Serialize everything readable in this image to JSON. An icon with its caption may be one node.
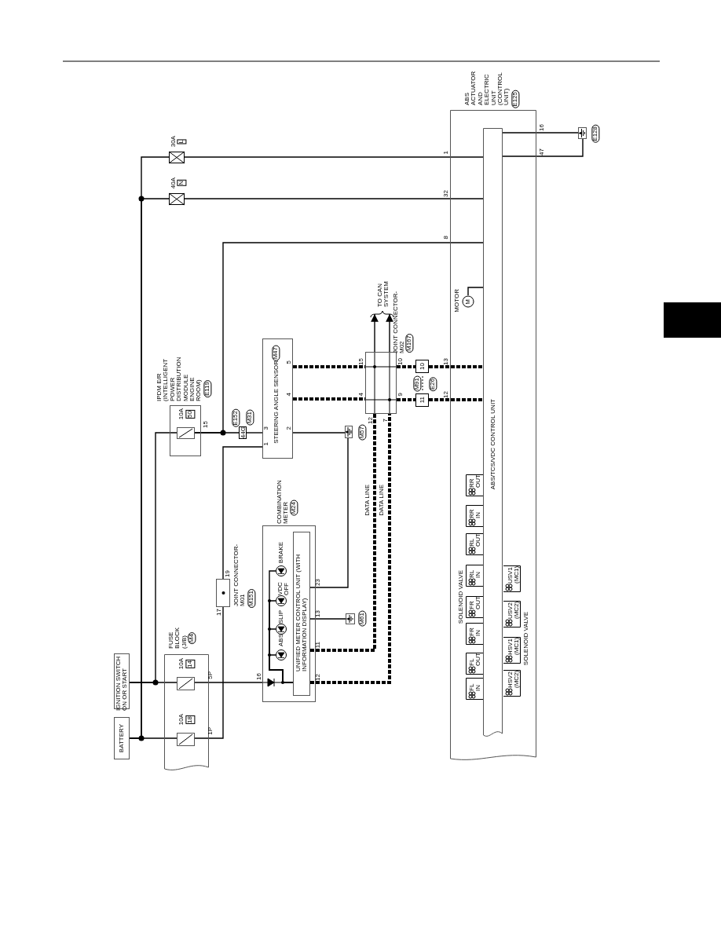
{
  "diagram": {
    "nodes": [
      {
        "text": [
          "BATTERY"
        ]
      },
      {
        "text": [
          "IGNITION SWITCH ON OR START"
        ]
      },
      {
        "text": [
          "FUSE BLOCK (J/B)",
          "M4"
        ]
      },
      {
        "text": [
          "10A",
          "18"
        ],
        "in": 2
      },
      {
        "text": [
          "10A",
          "14"
        ],
        "in": 2
      },
      {
        "text": [
          "IPDM E/R (INTELLIGENT POWER DISTRIBUTION MODULE ENGINE ROOM)",
          "E119"
        ]
      },
      {
        "text": [
          "10A",
          "50"
        ],
        "in": 5
      },
      {
        "text": [
          "30A",
          "L"
        ]
      },
      {
        "text": [
          "40A",
          "N"
        ]
      },
      {
        "text": [
          "JOINT CONNECTOR-M01",
          "M151"
        ]
      },
      {
        "text": [
          "44G",
          "E152",
          "M31"
        ]
      },
      {
        "text": [
          "STEERING ANGLE SENSOR",
          "M47"
        ]
      },
      {
        "text": [
          "COMBINATION METER",
          "M24"
        ]
      },
      {
        "text": [
          "UNIFIED METER CONTROL UNIT (WITH INFORMATION DISPLAY)"
        ],
        "in": 12
      },
      {
        "text": [
          "ABS"
        ],
        "in": 12
      },
      {
        "text": [
          "SLIP"
        ],
        "in": 12
      },
      {
        "text": [
          "VDC OFF"
        ],
        "in": 12
      },
      {
        "text": [
          "BRAKE"
        ],
        "in": 12
      },
      {
        "text": [
          "M57"
        ]
      },
      {
        "text": [
          "M61"
        ]
      },
      {
        "text": [
          "JOINT CONNECTOR-M02",
          "M167"
        ]
      },
      {
        "text": [
          "10"
        ]
      },
      {
        "text": [
          "11"
        ]
      },
      {
        "text": [
          "TO CAN SYSTEM"
        ]
      },
      {
        "text": [
          "ABS ACTUATOR AND ELECTRIC UNIT (CONTROL UNIT)",
          "E125"
        ]
      },
      {
        "text": [
          "ABS/TCS/VDC CONTROL UNIT"
        ],
        "in": 24
      },
      {
        "text": [
          "MOTOR",
          "M"
        ],
        "in": 24
      },
      {
        "text": [
          "E128"
        ]
      },
      {
        "text": [
          "FL IN"
        ],
        "in": 24
      },
      {
        "text": [
          "FL OUT"
        ],
        "in": 24
      },
      {
        "text": [
          "FR IN"
        ],
        "in": 24
      },
      {
        "text": [
          "FR OUT"
        ],
        "in": 24
      },
      {
        "text": [
          "RL IN"
        ],
        "in": 24
      },
      {
        "text": [
          "RL OUT"
        ],
        "in": 24
      },
      {
        "text": [
          "RR IN"
        ],
        "in": 24
      },
      {
        "text": [
          "RR OUT"
        ],
        "in": 24
      },
      {
        "text": [
          "HSV2 (MC2)"
        ],
        "in": 24
      },
      {
        "text": [
          "HSV1 (MC1)"
        ],
        "in": 24
      },
      {
        "text": [
          "USV2 (MC2)"
        ],
        "in": 24
      },
      {
        "text": [
          "USV1 (MC1)"
        ],
        "in": 24
      },
      {
        "text": [],
        "shape": "box"
      }
    ],
    "edges": [
      {
        "from": 0,
        "to": 3,
        "arrow": "none"
      },
      {
        "from": 0,
        "to": 7,
        "arrow": "none"
      },
      {
        "from": 0,
        "to": 8,
        "arrow": "none"
      },
      {
        "from": 1,
        "to": 4,
        "arrow": "none"
      },
      {
        "from": 1,
        "to": 6,
        "arrow": "none"
      },
      {
        "from": 3,
        "to": 9,
        "arrow": "none"
      },
      {
        "from": 9,
        "to": 11,
        "arrow": "none"
      },
      {
        "from": 4,
        "to": 12,
        "arrow": "none"
      },
      {
        "from": 6,
        "to": 10,
        "arrow": "none"
      },
      {
        "from": 10,
        "to": 11,
        "arrow": "none"
      },
      {
        "from": 6,
        "to": 25,
        "arrow": "none"
      },
      {
        "from": 7,
        "to": 25,
        "arrow": "none"
      },
      {
        "from": 8,
        "to": 25,
        "arrow": "none"
      },
      {
        "from": 11,
        "to": 18,
        "arrow": "none"
      },
      {
        "from": 13,
        "to": 18,
        "arrow": "none"
      },
      {
        "from": 13,
        "to": 19,
        "arrow": "none"
      },
      {
        "from": 11,
        "to": 20,
        "arrow": "none",
        "style": "dashed"
      },
      {
        "from": 11,
        "to": 20,
        "arrow": "none",
        "style": "dashed"
      },
      {
        "from": 13,
        "to": 20,
        "arrow": "none",
        "style": "dashed",
        "label": "DATA LINE"
      },
      {
        "from": 13,
        "to": 20,
        "arrow": "none",
        "style": "dashed",
        "label": "DATA LINE"
      },
      {
        "from": 20,
        "to": 23,
        "arrow": "to"
      },
      {
        "from": 20,
        "to": 23,
        "arrow": "to"
      },
      {
        "from": 20,
        "to": 21,
        "arrow": "none",
        "style": "dashed"
      },
      {
        "from": 21,
        "to": 25,
        "arrow": "none",
        "style": "dashed"
      },
      {
        "from": 20,
        "to": 22,
        "arrow": "none",
        "style": "dashed"
      },
      {
        "from": 22,
        "to": 25,
        "arrow": "none",
        "style": "dashed"
      },
      {
        "from": 25,
        "to": 27,
        "arrow": "none"
      },
      {
        "from": 25,
        "to": 27,
        "arrow": "none"
      },
      {
        "from": 26,
        "to": 25,
        "arrow": "none"
      },
      {
        "from": 14,
        "to": 13,
        "arrow": "none"
      },
      {
        "from": 15,
        "to": 13,
        "arrow": "none"
      },
      {
        "from": 16,
        "to": 13,
        "arrow": "none"
      },
      {
        "from": 17,
        "to": 13,
        "arrow": "none"
      }
    ],
    "labels": [
      "1P",
      "5P",
      "15",
      "3",
      "1",
      "5",
      "4",
      "2",
      "19",
      "17",
      "16",
      "23",
      "13",
      "11",
      "12",
      "15",
      "4",
      "12",
      "7",
      "10",
      "9",
      "M91",
      "E26",
      "13",
      "12",
      "1",
      "32",
      "8",
      "16",
      "47",
      "SOLENOID VALVE",
      "SOLENOID VALVE"
    ]
  }
}
